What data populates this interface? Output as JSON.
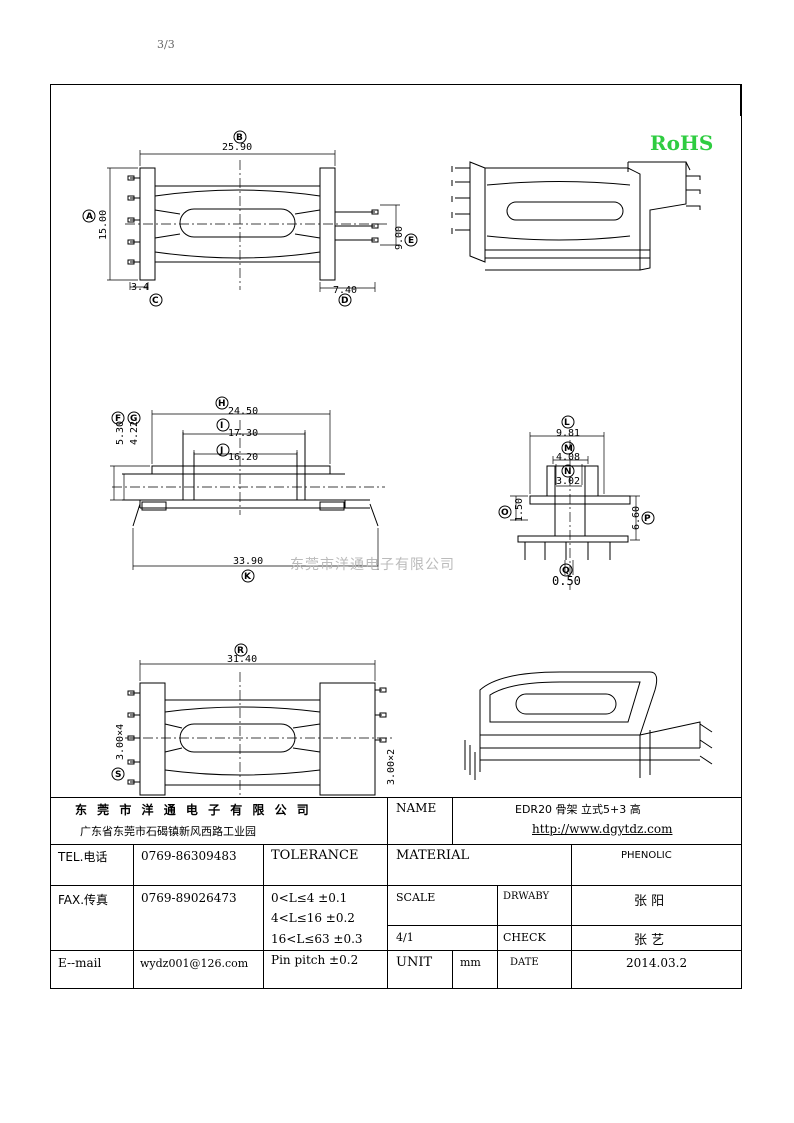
{
  "page_mark": "3/3",
  "rohs": "RoHS",
  "watermark": "东莞市洋通电子有限公司",
  "dimensions": {
    "B": "25.90",
    "A": "15.00",
    "C": "3.4",
    "D": "7.40",
    "E": "9.00",
    "H": "24.50",
    "I": "17.30",
    "J": "16.20",
    "F": "5.30",
    "G": "4.22",
    "K": "33.90",
    "L": "9.81",
    "M": "4.08",
    "N": "3.02",
    "O": "1.50",
    "P": "6.60",
    "Q": "0.50",
    "R": "31.40",
    "S": "3.00×4",
    "T": "3.00×2"
  },
  "title_block": {
    "company_name": "东 莞 市 洋 通 电 子 有 限 公 司",
    "company_address": "广东省东莞市石碣镇新风西路工业园",
    "name_label": "NAME",
    "name_value": "EDR20 骨架 立式5+3 高",
    "website": "http://www.dgytdz.com",
    "tel_label": "TEL.电话",
    "tel_value": "0769-86309483",
    "fax_label": "FAX.传真",
    "fax_value": "0769-89026473",
    "email_label": "E--mail",
    "email_value": "wydz001@126.com",
    "tolerance_label": "TOLERANCE",
    "tolerance_lines": [
      "0<L≤4   ±0.1",
      "4<L≤16  ±0.2",
      "16<L≤63  ±0.3",
      "Pin pitch  ±0.2"
    ],
    "material_label": "MATERIAL",
    "material_value": "PHENOLIC",
    "scale_label": "SCALE",
    "scale_value": "4/1",
    "drawn_label": "DRWABY",
    "drawn_value": "张  阳",
    "check_label": "CHECK",
    "check_value": "张  艺",
    "unit_label": "UNIT",
    "unit_value": "mm",
    "date_label": "DATE",
    "date_value": "2014.03.2"
  }
}
